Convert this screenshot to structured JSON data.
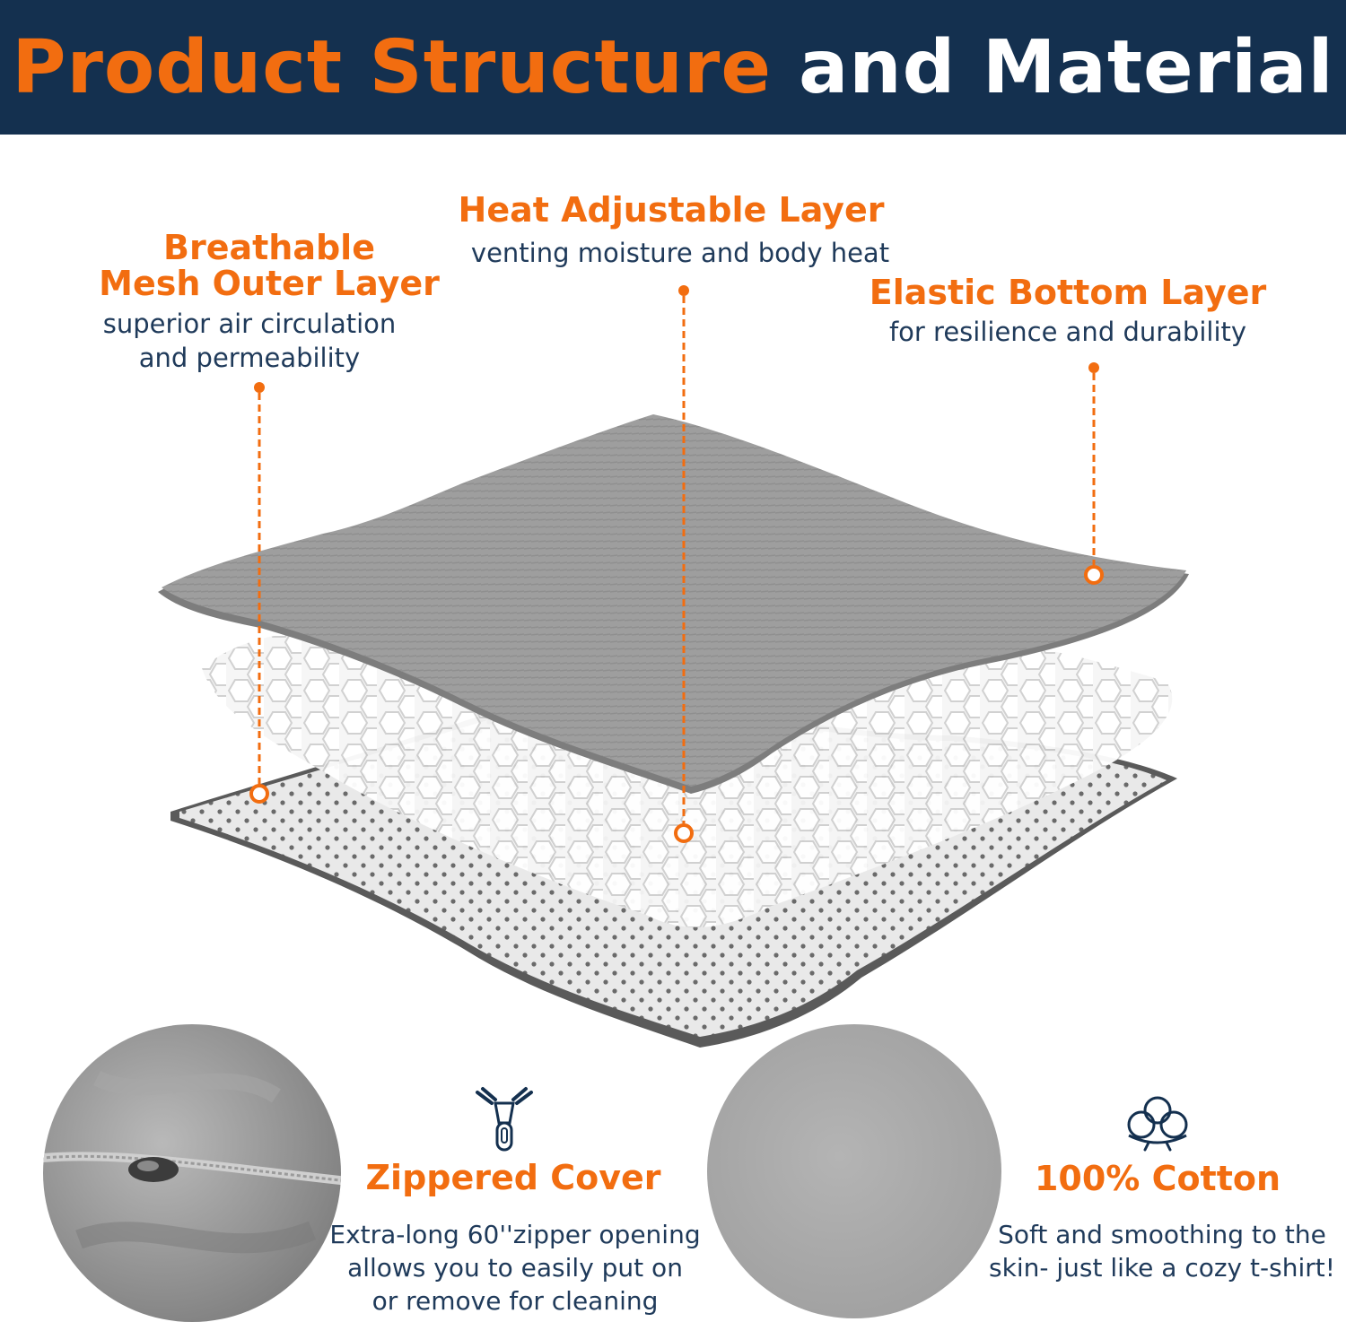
{
  "header": {
    "title_highlight": "Product Structure",
    "title_rest": "and Material",
    "background_color": "#14304f",
    "accent_color": "#f26d10"
  },
  "layers": {
    "mesh": {
      "title_line1": "Breathable",
      "title_line2": "Mesh Outer Layer",
      "subtitle_line1": "superior air circulation",
      "subtitle_line2": "and permeability"
    },
    "heat": {
      "title": "Heat Adjustable Layer",
      "subtitle": "venting moisture and body heat"
    },
    "elastic": {
      "title": "Elastic Bottom Layer",
      "subtitle": "for resilience and durability"
    }
  },
  "features": {
    "zipper": {
      "icon": "zipper-icon",
      "title": "Zippered Cover",
      "desc_line1": "Extra-long 60''zipper opening",
      "desc_line2": "allows you to easily put on",
      "desc_line3": "or remove for cleaning"
    },
    "cotton": {
      "icon": "cotton-icon",
      "title": "100% Cotton",
      "desc_line1": "Soft and smoothing to  the",
      "desc_line2": "skin- just like a cozy t-shirt!"
    }
  }
}
